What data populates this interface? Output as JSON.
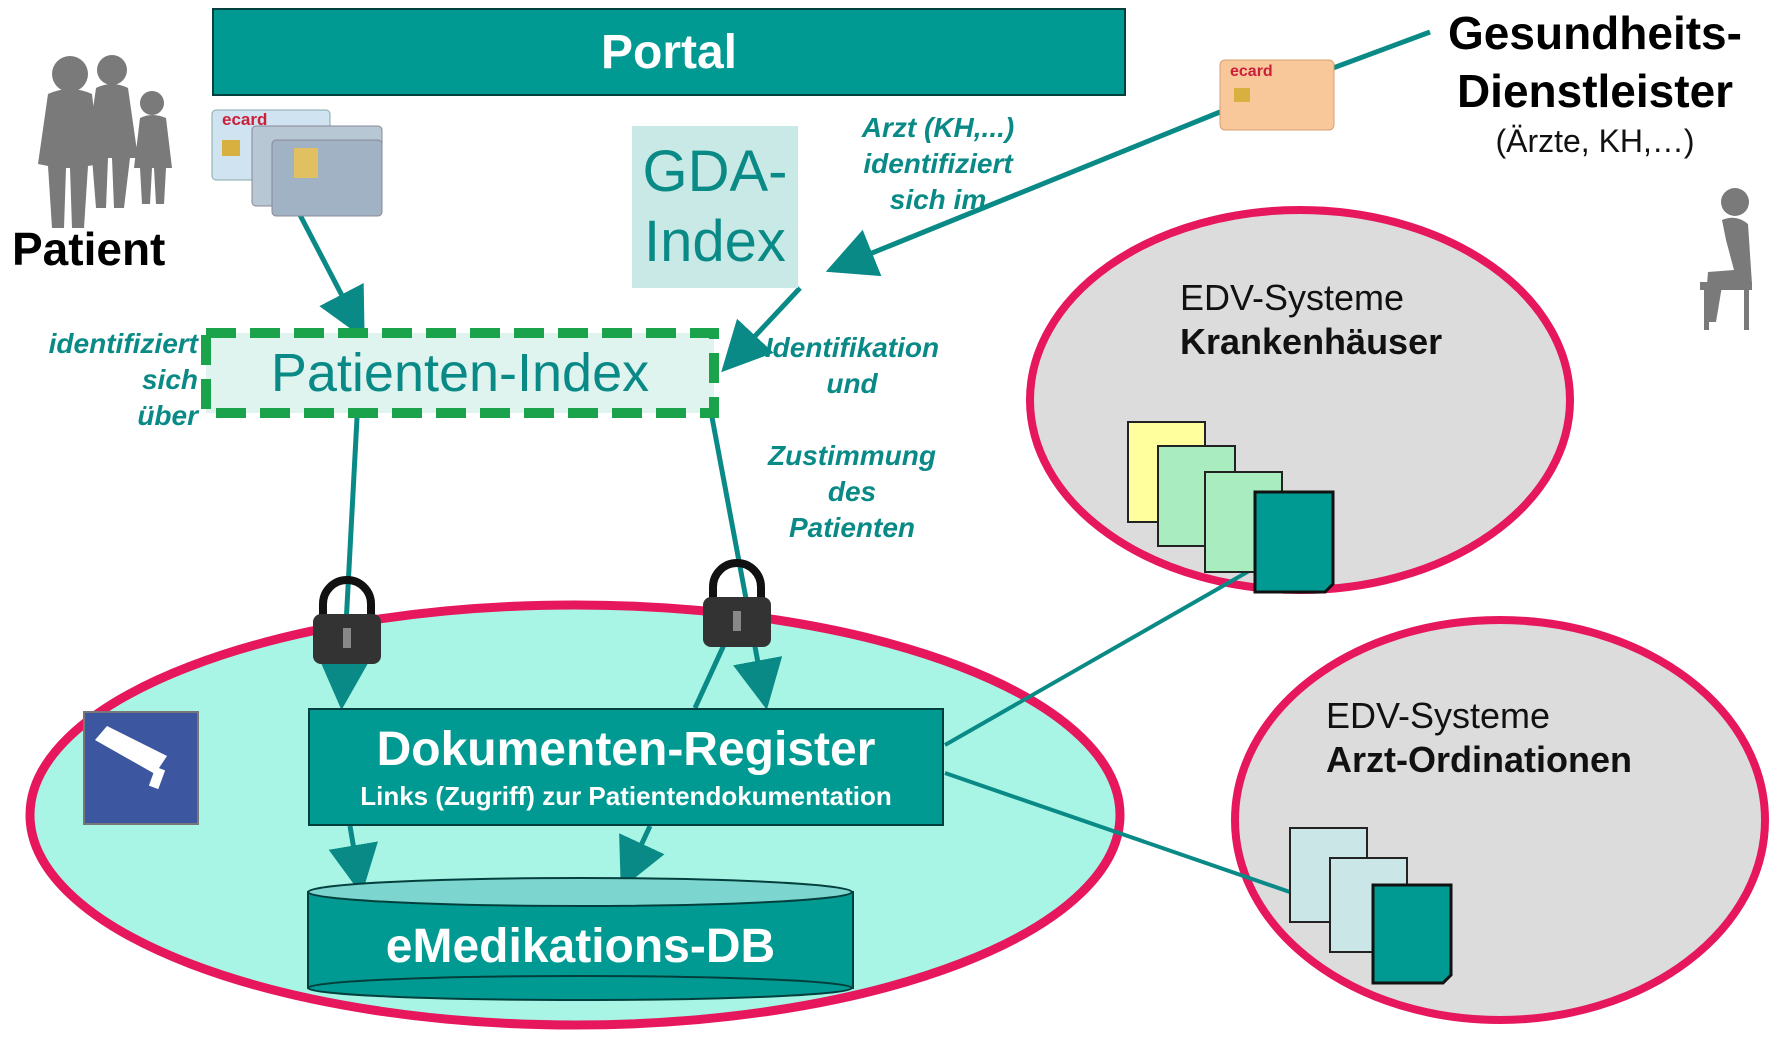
{
  "portal": {
    "label": "Portal"
  },
  "patient": {
    "label": "Patient",
    "caption": [
      "identifiziert",
      "sich",
      "über"
    ]
  },
  "provider": {
    "title_line1": "Gesundheits-",
    "title_line2": "Dienstleister",
    "subtitle": "(Ärzte, KH,…)"
  },
  "gda_index": {
    "line1": "GDA-",
    "line2": "Index"
  },
  "arzt_caption": [
    "Arzt (KH,...)",
    "identifiziert",
    "sich im"
  ],
  "patienten_index": {
    "label": "Patienten-Index"
  },
  "identifikation_caption": [
    "Identifikation",
    "und",
    "",
    "Zustimmung",
    "des",
    "Patienten"
  ],
  "doc_register": {
    "title": "Dokumenten-Register",
    "subtitle": "Links (Zugriff) zur Patientendokumentation"
  },
  "emed_db": {
    "label": "eMedikations-DB"
  },
  "hospitals": {
    "line1": "EDV-Systeme",
    "line2": "Krankenhäuser"
  },
  "practices": {
    "line1": "EDV-Systeme",
    "line2": "Arzt-Ordinationen"
  },
  "ecard_text": "ecard",
  "icons": [
    "person-group-icon",
    "seated-person-icon",
    "ecard-icon",
    "id-card-icon",
    "lock-icon",
    "camera-icon",
    "document-stack-icon"
  ],
  "colors": {
    "teal": "#009a92",
    "pink": "#e6175c",
    "mint": "#a8f5e6",
    "gray": "#dcdcdc",
    "label_teal": "#0a8a86",
    "green_dash": "#1aa34a"
  }
}
